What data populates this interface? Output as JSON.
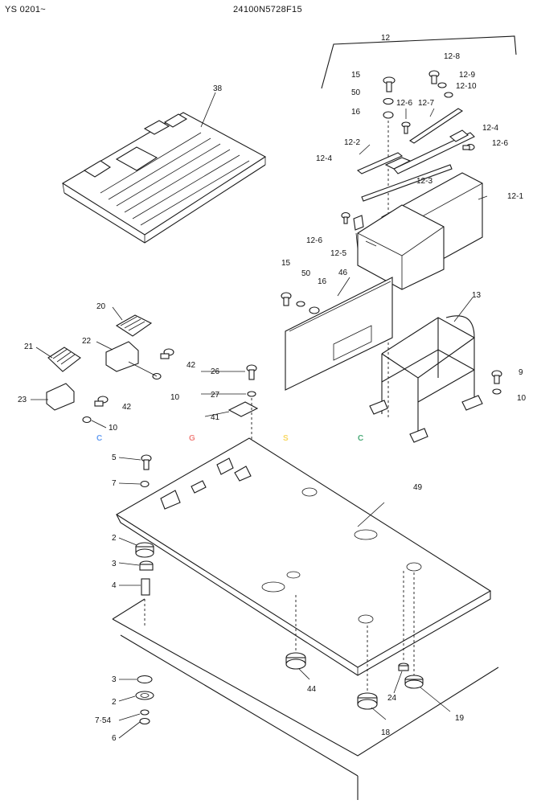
{
  "header": {
    "code_left": "YS 0201~",
    "drawing_number": "24100N5728F15"
  },
  "watermark": {
    "letters": [
      "C",
      "G",
      "S",
      "C"
    ],
    "colors": [
      "#4d8ef0",
      "#ef6f6a",
      "#f7d24a",
      "#2f9e63"
    ]
  },
  "callouts": [
    {
      "id": "c-12",
      "label": "12"
    },
    {
      "id": "c-12-8",
      "label": "12-8"
    },
    {
      "id": "c-12-9",
      "label": "12-9"
    },
    {
      "id": "c-12-10",
      "label": "12-10"
    },
    {
      "id": "c-15a",
      "label": "15"
    },
    {
      "id": "c-50a",
      "label": "50"
    },
    {
      "id": "c-16a",
      "label": "16"
    },
    {
      "id": "c-12-6a",
      "label": "12-6"
    },
    {
      "id": "c-12-7",
      "label": "12-7"
    },
    {
      "id": "c-12-4a",
      "label": "12-4"
    },
    {
      "id": "c-12-6b",
      "label": "12-6"
    },
    {
      "id": "c-38",
      "label": "38"
    },
    {
      "id": "c-12-2",
      "label": "12-2"
    },
    {
      "id": "c-12-4b",
      "label": "12-4"
    },
    {
      "id": "c-12-3",
      "label": "12-3"
    },
    {
      "id": "c-12-1",
      "label": "12-1"
    },
    {
      "id": "c-12-6c",
      "label": "12-6"
    },
    {
      "id": "c-12-5",
      "label": "12-5"
    },
    {
      "id": "c-15b",
      "label": "15"
    },
    {
      "id": "c-50b",
      "label": "50"
    },
    {
      "id": "c-16b",
      "label": "16"
    },
    {
      "id": "c-46",
      "label": "46"
    },
    {
      "id": "c-13",
      "label": "13"
    },
    {
      "id": "c-20",
      "label": "20"
    },
    {
      "id": "c-22",
      "label": "22"
    },
    {
      "id": "c-21",
      "label": "21"
    },
    {
      "id": "c-42a",
      "label": "42"
    },
    {
      "id": "c-10a",
      "label": "10"
    },
    {
      "id": "c-26",
      "label": "26"
    },
    {
      "id": "c-27",
      "label": "27"
    },
    {
      "id": "c-9",
      "label": "9"
    },
    {
      "id": "c-10b",
      "label": "10"
    },
    {
      "id": "c-23",
      "label": "23"
    },
    {
      "id": "c-42b",
      "label": "42"
    },
    {
      "id": "c-10c",
      "label": "10"
    },
    {
      "id": "c-41",
      "label": "41"
    },
    {
      "id": "c-5",
      "label": "5"
    },
    {
      "id": "c-7a",
      "label": "7"
    },
    {
      "id": "c-49",
      "label": "49"
    },
    {
      "id": "c-2a",
      "label": "2"
    },
    {
      "id": "c-3a",
      "label": "3"
    },
    {
      "id": "c-4",
      "label": "4"
    },
    {
      "id": "c-44",
      "label": "44"
    },
    {
      "id": "c-24",
      "label": "24"
    },
    {
      "id": "c-19",
      "label": "19"
    },
    {
      "id": "c-3b",
      "label": "3"
    },
    {
      "id": "c-2b",
      "label": "2"
    },
    {
      "id": "c-7-54",
      "label": "7·54"
    },
    {
      "id": "c-6",
      "label": "6"
    },
    {
      "id": "c-18",
      "label": "18"
    }
  ]
}
